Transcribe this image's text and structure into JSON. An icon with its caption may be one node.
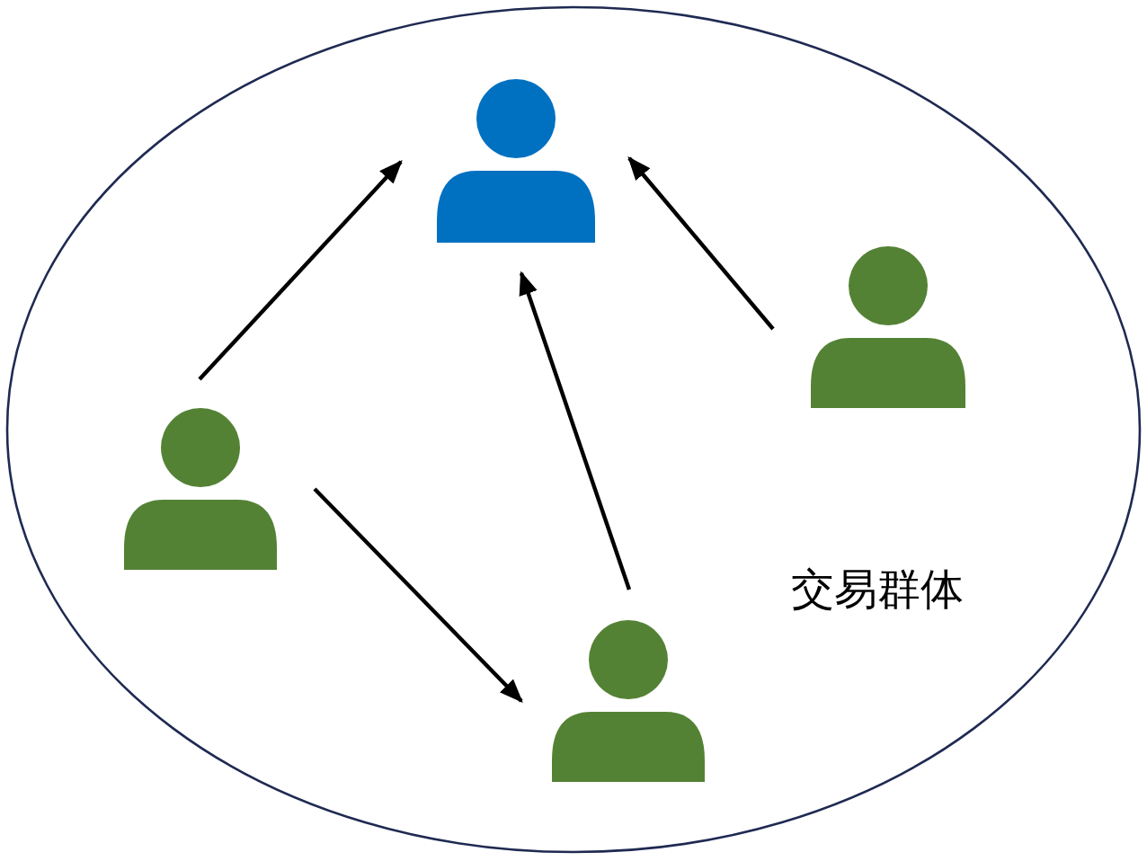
{
  "diagram": {
    "nodes": [
      {
        "text": [
          "交易群体"
        ]
      },
      {
        "text": [],
        "shape": "person",
        "in": 0
      },
      {
        "text": [],
        "shape": "person",
        "in": 0
      },
      {
        "text": [],
        "shape": "person",
        "in": 0
      },
      {
        "text": [],
        "shape": "person",
        "in": 0
      }
    ],
    "edges": [
      {
        "from": 3,
        "to": 1,
        "arrow": "to"
      },
      {
        "from": 4,
        "to": 1,
        "arrow": "to"
      },
      {
        "from": 2,
        "to": 1,
        "arrow": "to"
      },
      {
        "from": 3,
        "to": 4,
        "arrow": "to"
      }
    ]
  }
}
